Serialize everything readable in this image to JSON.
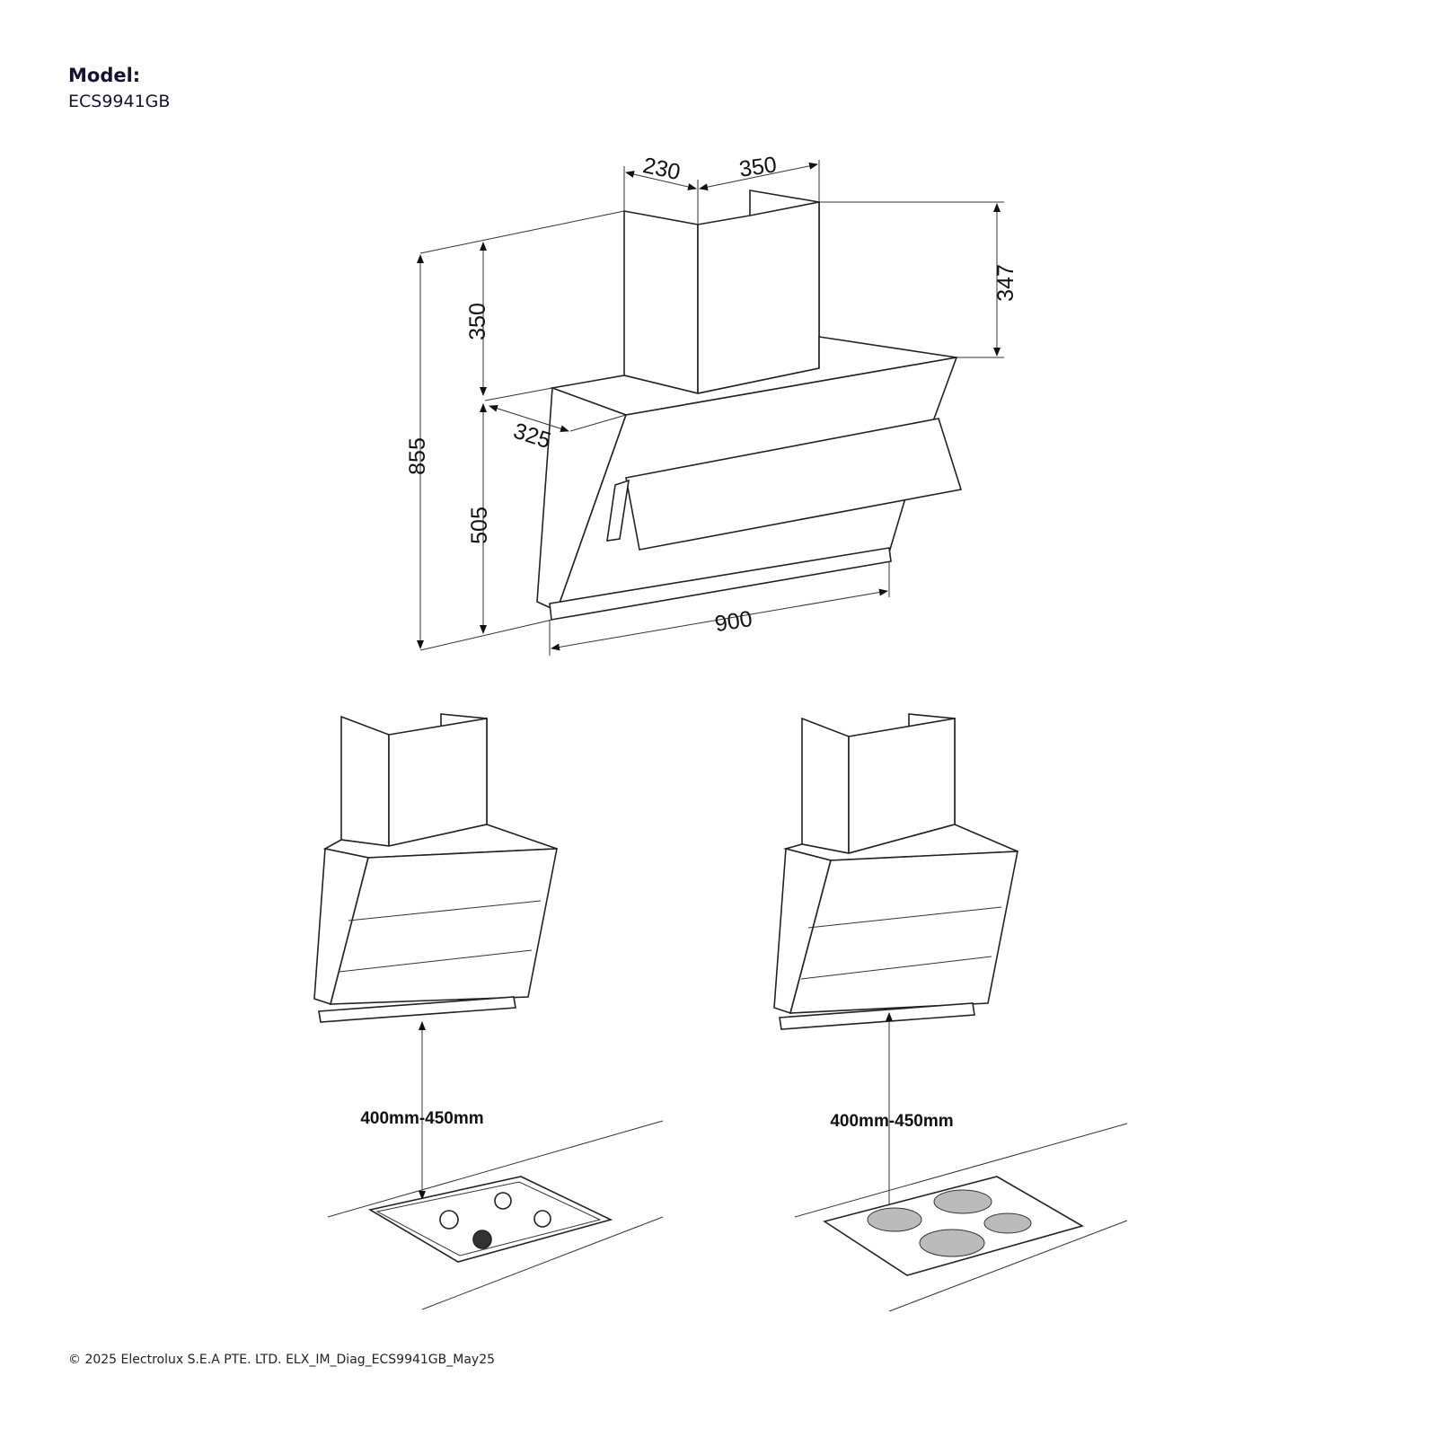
{
  "header": {
    "model_label": "Model:",
    "model_value": "ECS9941GB"
  },
  "dimensions": {
    "chimney_depth": "230",
    "chimney_width": "350",
    "chimney_height": "350",
    "chimney_height_right": "347",
    "total_height": "855",
    "body_height": "505",
    "body_depth": "325",
    "body_width": "900"
  },
  "installation": {
    "gas_hob_clearance": "400mm-450mm",
    "electric_hob_clearance": "400mm-450mm"
  },
  "footer": {
    "copyright": "© 2025 Electrolux S.E.A PTE. LTD. ELX_IM_Diag_ECS9941GB_May25"
  }
}
